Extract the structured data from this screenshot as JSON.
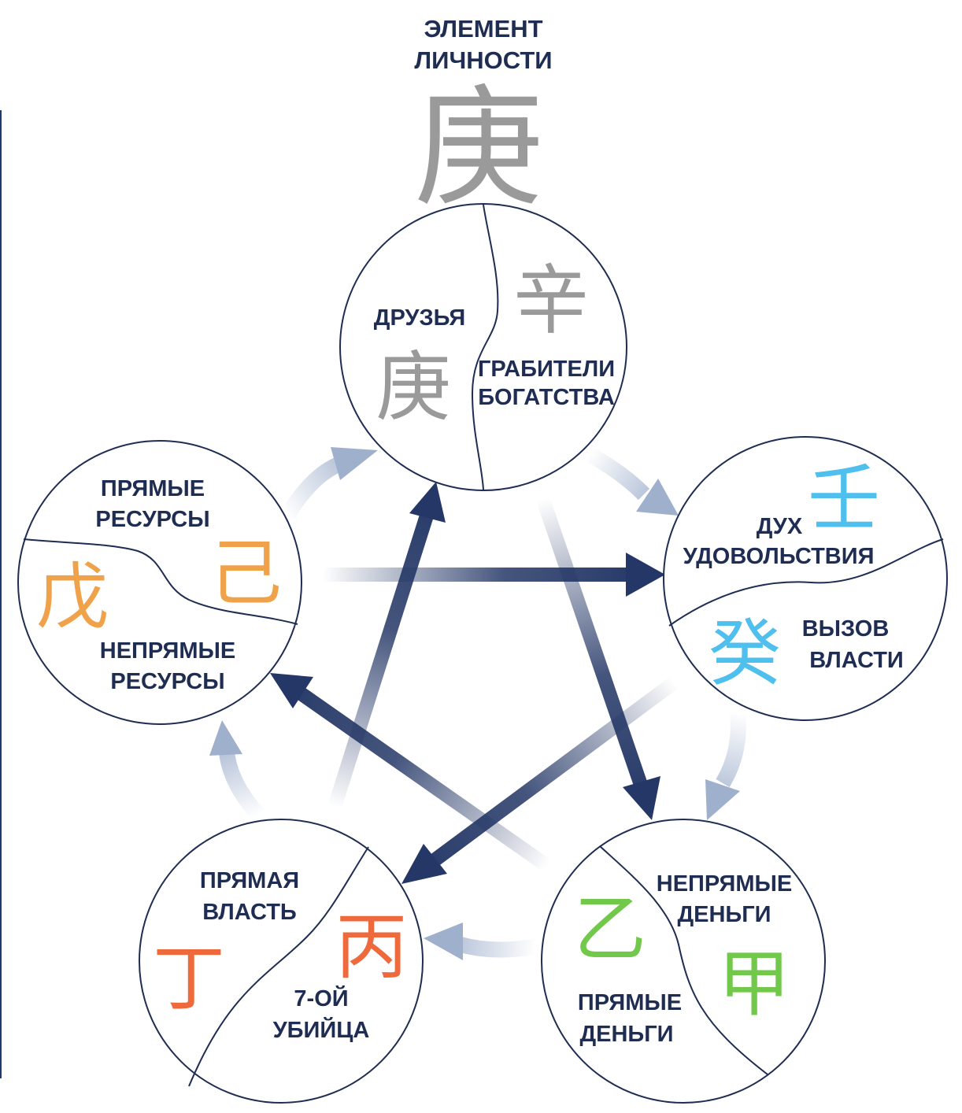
{
  "title": {
    "line1": "ЭЛЕМЕНТ",
    "line2": "ЛИЧНОСТИ",
    "glyph": "庚"
  },
  "nodes": {
    "top": {
      "label_left": "ДРУЗЬЯ",
      "label_right_1": "ГРАБИТЕЛИ",
      "label_right_2": "БОГАТСТВА",
      "glyph_a": "辛",
      "glyph_b": "庚",
      "color": "#9a9a9a"
    },
    "right": {
      "label_top_1": "ДУХ",
      "label_top_2": "УДОВОЛЬСТВИЯ",
      "label_bottom_1": "ВЫЗОВ",
      "label_bottom_2": "ВЛАСТИ",
      "glyph_a": "壬",
      "glyph_b": "癸",
      "color": "#4fbfee"
    },
    "bottom_right": {
      "label_top_1": "НЕПРЯМЫЕ",
      "label_top_2": "ДЕНЬГИ",
      "label_bottom_1": "ПРЯМЫЕ",
      "label_bottom_2": "ДЕНЬГИ",
      "glyph_a": "乙",
      "glyph_b": "甲",
      "color": "#72c84a"
    },
    "bottom_left": {
      "label_top_1": "ПРЯМАЯ",
      "label_top_2": "ВЛАСТЬ",
      "label_bottom_1": "7-ОЙ",
      "label_bottom_2": "УБИЙЦА",
      "glyph_a": "丁",
      "glyph_b": "丙",
      "color": "#ee6a3c"
    },
    "left": {
      "label_top_1": "ПРЯМЫЕ",
      "label_top_2": "РЕСУРСЫ",
      "label_bottom_1": "НЕПРЯМЫЕ",
      "label_bottom_2": "РЕСУРСЫ",
      "glyph_a": "戊",
      "glyph_b": "己",
      "color": "#f0a24a"
    }
  },
  "colors": {
    "navy": "#1f2d52",
    "arrow_dark": "#243766",
    "arrow_light": "#9fb0cc"
  }
}
